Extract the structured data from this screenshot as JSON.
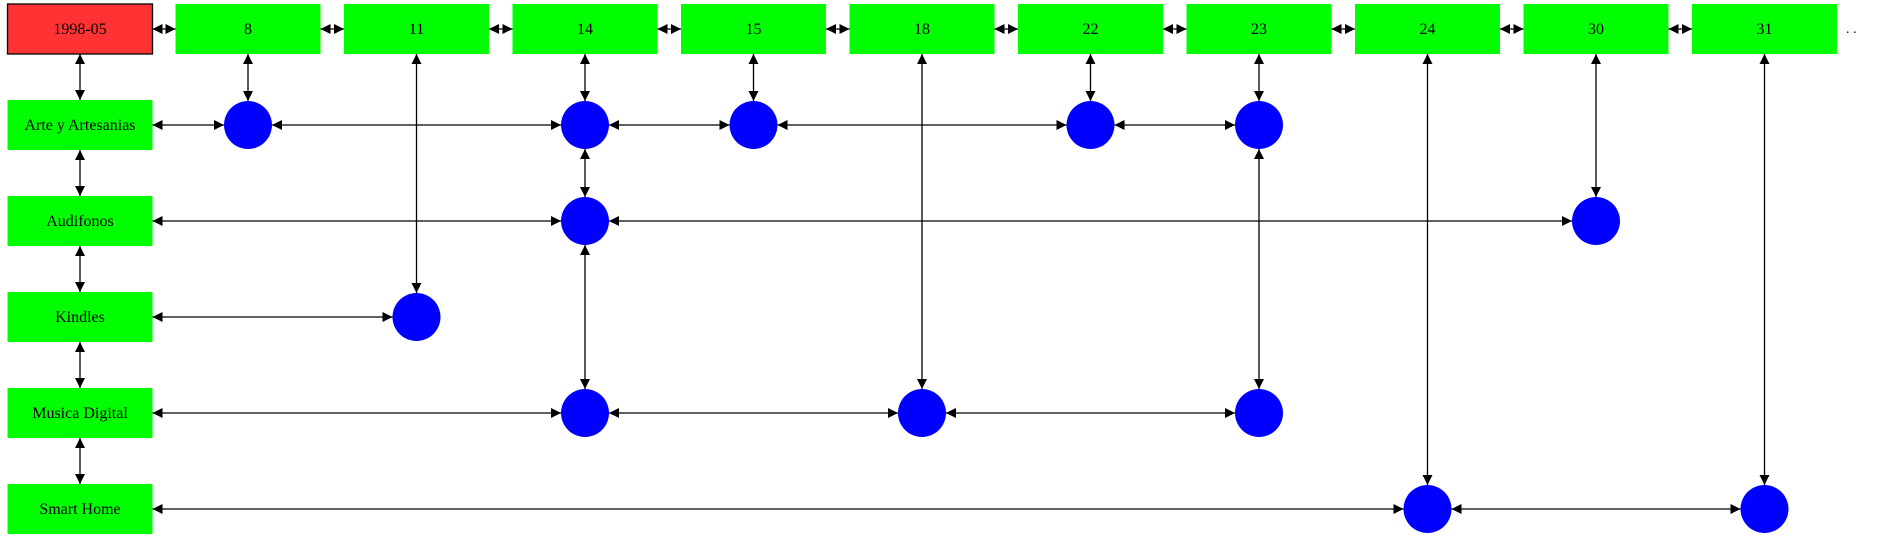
{
  "root": {
    "label": "1998-05",
    "color": "#ff3333"
  },
  "columns": [
    {
      "id": "c8",
      "label": "8"
    },
    {
      "id": "c11",
      "label": "11"
    },
    {
      "id": "c14",
      "label": "14"
    },
    {
      "id": "c15",
      "label": "15"
    },
    {
      "id": "c18",
      "label": "18"
    },
    {
      "id": "c22",
      "label": "22"
    },
    {
      "id": "c23",
      "label": "23"
    },
    {
      "id": "c24",
      "label": "24"
    },
    {
      "id": "c30",
      "label": "30"
    },
    {
      "id": "c31",
      "label": "31"
    }
  ],
  "rows": [
    {
      "id": "r_arte",
      "label": "Arte y Artesanias"
    },
    {
      "id": "r_aud",
      "label": "Audifonos"
    },
    {
      "id": "r_kin",
      "label": "Kindles"
    },
    {
      "id": "r_mus",
      "label": "Musica Digital"
    },
    {
      "id": "r_sh",
      "label": "Smart Home"
    }
  ],
  "cells": [
    {
      "row": "r_arte",
      "col": "c8"
    },
    {
      "row": "r_arte",
      "col": "c14"
    },
    {
      "row": "r_arte",
      "col": "c15"
    },
    {
      "row": "r_arte",
      "col": "c22"
    },
    {
      "row": "r_arte",
      "col": "c23"
    },
    {
      "row": "r_aud",
      "col": "c14"
    },
    {
      "row": "r_aud",
      "col": "c30"
    },
    {
      "row": "r_kin",
      "col": "c11"
    },
    {
      "row": "r_mus",
      "col": "c14"
    },
    {
      "row": "r_mus",
      "col": "c18"
    },
    {
      "row": "r_mus",
      "col": "c23"
    },
    {
      "row": "r_sh",
      "col": "c24"
    },
    {
      "row": "r_sh",
      "col": "c31"
    }
  ],
  "more_indicator": ". .",
  "colors": {
    "node_box": "#00ff00",
    "cell_dot": "#0000ff",
    "edge": "#000000"
  }
}
